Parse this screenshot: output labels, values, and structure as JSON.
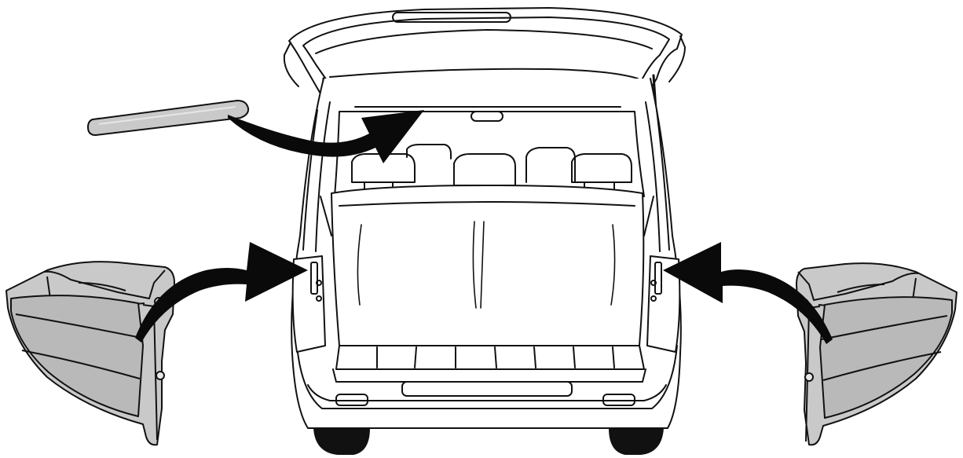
{
  "diagram": {
    "subject": "minivan-rear-open-tailgate",
    "parts": [
      {
        "key": "high-mount-stop-lamp-lens",
        "icon": "lamp-bar-icon"
      },
      {
        "key": "left-rear-combination-lamp",
        "icon": "tail-lamp-icon"
      },
      {
        "key": "right-rear-combination-lamp",
        "icon": "tail-lamp-icon"
      }
    ],
    "arrows": [
      {
        "from": "high-mount-stop-lamp-lens",
        "to": "tailgate-top"
      },
      {
        "from": "left-rear-combination-lamp",
        "to": "left-lamp-opening"
      },
      {
        "from": "right-rear-combination-lamp",
        "to": "right-lamp-opening"
      }
    ],
    "colors": {
      "line": "#111111",
      "lamp_fill": "#c9c9c9",
      "lamp_shade": "#b4b4b4",
      "arrow": "#0a0a0a",
      "background": "#ffffff"
    }
  }
}
